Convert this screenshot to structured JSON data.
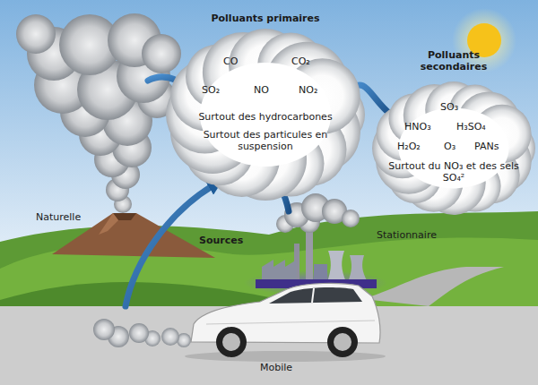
{
  "diagram": {
    "nodes": [
      {
        "text": [
          "Polluants primaires",
          "CO",
          "CO₂",
          "SO₂",
          "NO",
          "NO₂",
          "Surtout des hydrocarbones",
          "Surtout des particules en suspension"
        ]
      },
      {
        "text": [
          "Polluants secondaires",
          "SO₃",
          "HNO₃",
          "H₃SO₄",
          "H₂O₂",
          "O₃",
          "PANs",
          "Surtout du NO₃ et des sels SO₄²"
        ]
      }
    ],
    "edges": [
      {
        "from": 0,
        "to": 1,
        "arrow": "to"
      }
    ],
    "labels": [
      "Naturelle",
      "Sources",
      "Stationnaire",
      "Mobile"
    ]
  }
}
